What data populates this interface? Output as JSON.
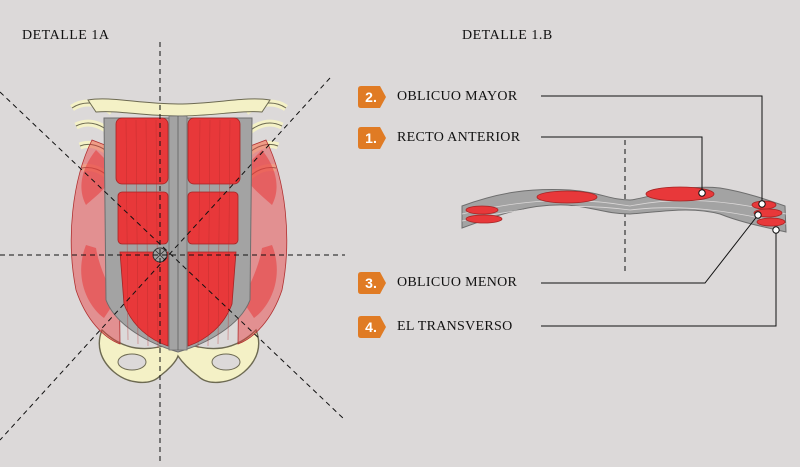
{
  "headings": {
    "detail_a": "DETALLE 1A",
    "detail_b": "DETALLE 1.B"
  },
  "labels": [
    {
      "number": "2.",
      "text": "OBLICUO MAYOR"
    },
    {
      "number": "1.",
      "text": "RECTO ANTERIOR"
    },
    {
      "number": "3.",
      "text": "OBLICUO MENOR"
    },
    {
      "number": "4.",
      "text": "EL TRANSVERSO"
    }
  ],
  "colors": {
    "background": "#dcd9d9",
    "muscle": "#e8383a",
    "tendon": "#a3a3a3",
    "bone": "#f4f1c6",
    "tag": "#e07b24"
  }
}
